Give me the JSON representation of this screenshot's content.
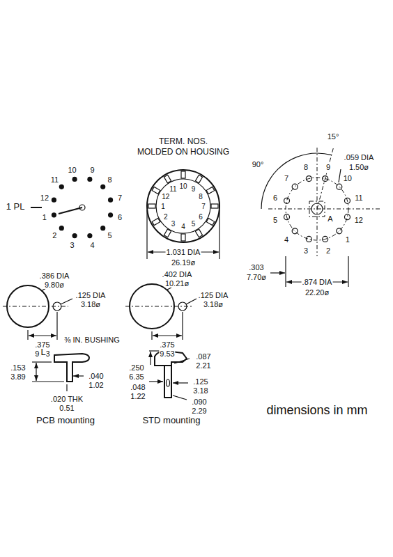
{
  "diagram": {
    "labels": [
      "TERM. NOS.",
      "MOLDED ON HOUSING",
      "1 PL",
      "1",
      "2",
      "3",
      "4",
      "5",
      "6",
      "7",
      "8",
      "9",
      "10",
      "11",
      "12",
      "1",
      "2",
      "3",
      "4",
      "5",
      "6",
      "7",
      "8",
      "9",
      "10",
      "11",
      "12",
      "1.031 DIA",
      "26.19ø",
      "15°",
      ".059 DIA",
      "1.50ø",
      "90°",
      "1",
      "2",
      "3",
      "4",
      "5",
      "6",
      "7",
      "8",
      "9",
      "10",
      "11",
      "12",
      "A",
      ".303",
      "7.70ø",
      ".874 DIA",
      "22.20ø",
      ".386 DIA",
      "9.80ø",
      ".125 DIA",
      "3.18ø",
      ".375",
      "9.53",
      "⅜ IN. BUSHING",
      ".402 DIA",
      "10.21ø",
      ".125 DIA",
      "3.18ø",
      ".375",
      "9.53",
      "L",
      ".153",
      "3.89",
      ".040",
      "1.02",
      ".020 THK",
      "0.51",
      "PCB mounting",
      ".250",
      "6.35",
      ".087",
      "2.21",
      ".048",
      "1.22",
      ".125",
      "3.18",
      ".090",
      "2.29",
      "STD mounting",
      "dimensions in mm"
    ]
  }
}
